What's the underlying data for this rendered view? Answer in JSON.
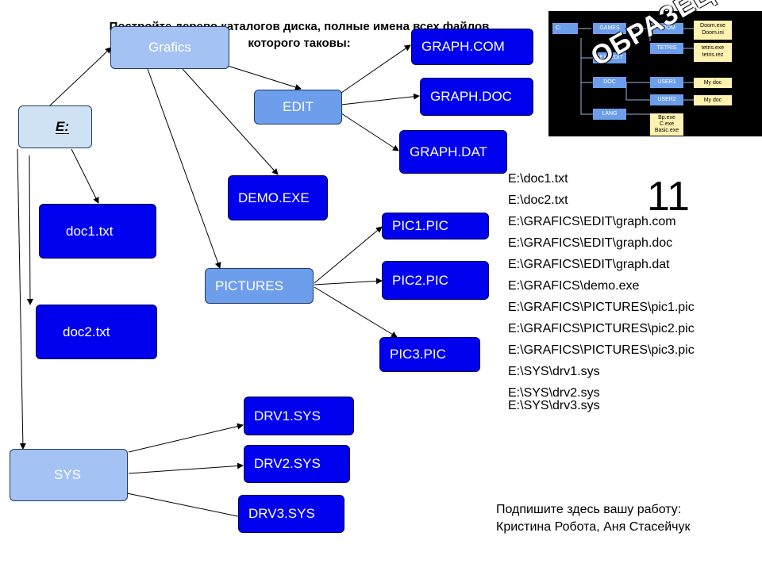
{
  "title": {
    "line1": "Постройте дерево каталогов диска, полные имена всех файлов",
    "line2": "которого таковы:"
  },
  "nodes": {
    "e": "E:",
    "grafics": "Grafics",
    "edit": "EDIT",
    "graph_com": "GRAPH.COM",
    "graph_doc": "GRAPH.DOC",
    "graph_dat": "GRAPH.DAT",
    "demo_exe": "DEMO.EXE",
    "doc1": "doc1.txt",
    "doc2": "doc2.txt",
    "pictures": "PICTURES",
    "pic1": "PIC1.PIC",
    "pic2": "PIC2.PIC",
    "pic3": "PIC3.PIC",
    "sys": "SYS",
    "drv1": "DRV1.SYS",
    "drv2": "DRV2.SYS",
    "drv3": "DRV3.SYS"
  },
  "file_paths": [
    "E:\\doc1.txt",
    "E:\\doc2.txt",
    "E:\\GRAFICS\\EDIT\\graph.com",
    "E:\\GRAFICS\\EDIT\\graph.doc",
    "E:\\GRAFICS\\EDIT\\graph.dat",
    "E:\\GRAFICS\\demo.exe",
    "E:\\GRAFICS\\PICTURES\\pic1.pic",
    "E:\\GRAFICS\\PICTURES\\pic2.pic",
    "E:\\GRAFICS\\PICTURES\\pic3.pic",
    "E:\\SYS\\drv1.sys",
    "E:\\SYS\\drv2.sys",
    "E:\\SYS\\drv3.sys"
  ],
  "variant_number": "11",
  "sample": {
    "stamp": "ОБРАЗЕЦ",
    "nodes": {
      "c": "C:",
      "games": "GAMES",
      "doom": "DOOM",
      "tetris": "TETRIS",
      "textedit": "TEXTEDIT",
      "doc": "DOC",
      "user1": "USER1",
      "user2": "USER2",
      "lang": "LANG"
    },
    "notes": {
      "doom_files": "Doom.exe\nDoom.ini",
      "tetris_files": "tetris.exe\ntetris.rez",
      "user1_files": "My doc",
      "user2_files": "My doc",
      "lang_files": "Bp.exe\nC.exe\nBasic.exe"
    }
  },
  "signature": {
    "prompt": "Подпишите здесь вашу работу:",
    "authors": "Кристина Робота, Аня Стасейчук"
  }
}
